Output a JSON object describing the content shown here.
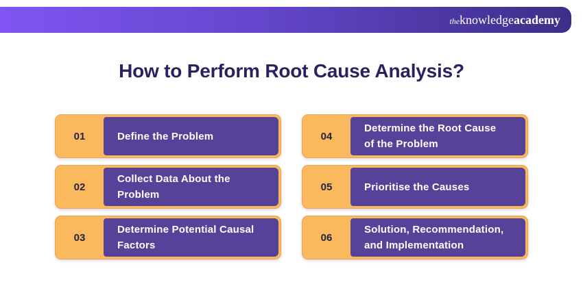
{
  "header": {
    "logo": {
      "the": "the",
      "knowledge": "knowledge",
      "academy": "academy"
    }
  },
  "title": "How to Perform Root Cause Analysis?",
  "steps": [
    {
      "number": "01",
      "label": "Define the Problem"
    },
    {
      "number": "02",
      "label": "Collect Data About the\nProblem"
    },
    {
      "number": "03",
      "label": "Determine Potential Causal\nFactors"
    },
    {
      "number": "04",
      "label": "Determine the Root Cause\nof the Problem"
    },
    {
      "number": "05",
      "label": "Prioritise the Causes"
    },
    {
      "number": "06",
      "label": "Solution, Recommendation,\nand Implementation"
    }
  ],
  "colors": {
    "header_gradient_left": "#8055F3",
    "header_gradient_right": "#3D2E87",
    "title_text": "#2A2160",
    "badge_orange": "#FBB95E",
    "badge_border": "#F0A14C",
    "bar_purple": "#564399",
    "number_text": "#25233F",
    "label_text": "#FFFFFF",
    "background": "#FFFFFF"
  }
}
